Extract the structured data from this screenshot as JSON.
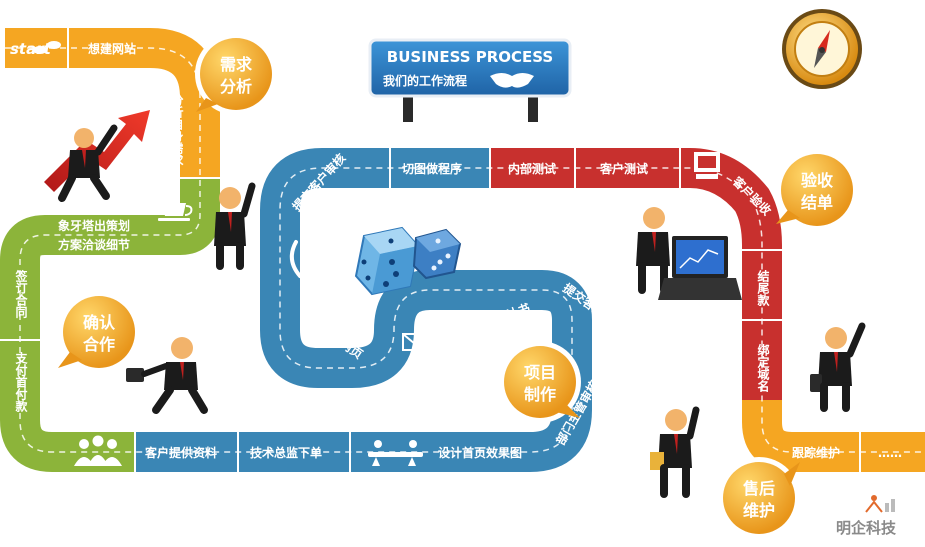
{
  "sign": {
    "title": "BUSINESS PROCESS",
    "subtitle": "我们的工作流程"
  },
  "start": "start",
  "steps": {
    "s1": "想建网站",
    "s2": "分析自身需求",
    "s3": "象牙塔出策划",
    "s4": "方案洽谈细节",
    "s5": "签订合同",
    "s6": "支付首付款",
    "s7": "客户提供资料",
    "s8": "技术总监下单",
    "s9": "设计首页效果图",
    "s10": "部门主管审核",
    "s11": "提交客户审核",
    "s12": "签订首页确认书",
    "s13": "设计师出内页",
    "s14": "提交客户审核",
    "s15": "切图做程序",
    "s16": "内部测试",
    "s17": "客户测试",
    "s18": "客户验收",
    "s19": "结尾款",
    "s20": "绑定域名",
    "s21": "跟踪维护",
    "s22": "……"
  },
  "bubbles": {
    "b1": [
      "需求",
      "分析"
    ],
    "b2": [
      "确认",
      "合作"
    ],
    "b3": [
      "项目",
      "制作"
    ],
    "b4": [
      "验收",
      "结单"
    ],
    "b5": [
      "售后",
      "维护"
    ]
  },
  "brand": "明企科技",
  "colors": {
    "orange": "#f5a622",
    "green": "#8cb43a",
    "blue": "#3a86b5",
    "red": "#c8302e",
    "bubble": "#f0a425",
    "sign": "#2f7fc2"
  },
  "icons": [
    "footprints-icon",
    "coffee-cup-icon",
    "people-icon",
    "meeting-icon",
    "phone-icon",
    "envelope-icon",
    "monitor-icon",
    "laptop-icon",
    "dice-icon",
    "compass-icon",
    "businessman-figure",
    "rising-arrow-icon"
  ]
}
